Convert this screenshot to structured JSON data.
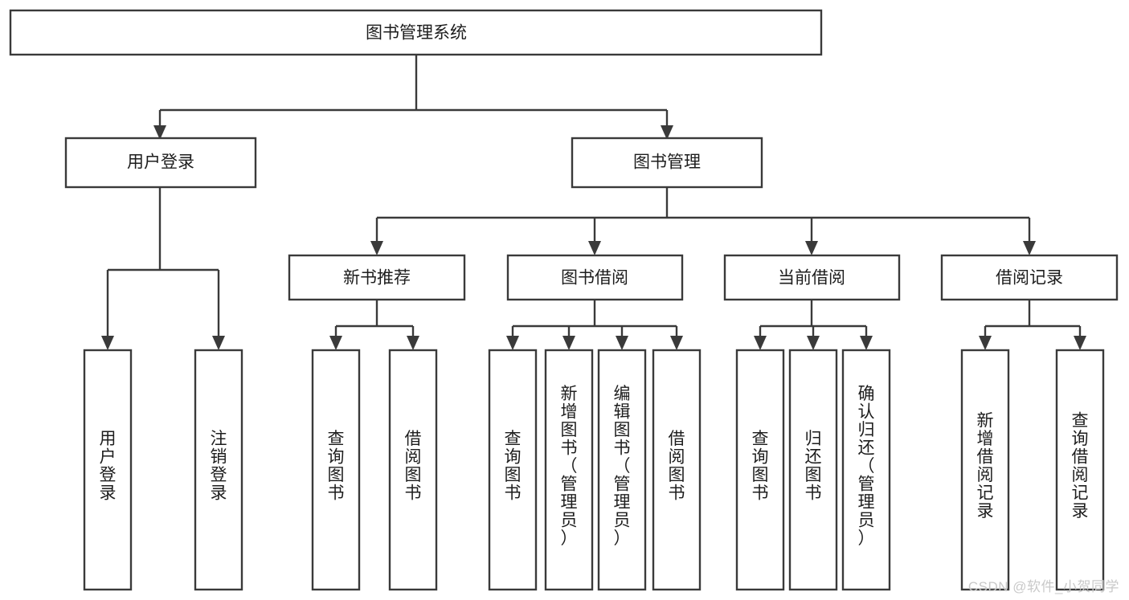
{
  "diagram": {
    "title": "图书管理系统",
    "type": "hierarchy-tree",
    "orientation": "top-down",
    "colors": {
      "stroke": "#3a3a3a",
      "box_fill": "#ffffff",
      "text": "#1d1d1d",
      "background": "#ffffff",
      "watermark": "#c9c9c9"
    },
    "nodes": {
      "root": {
        "label": "图书管理系统",
        "level": 0,
        "orientation": "horizontal"
      },
      "l1": [
        {
          "id": "user_login",
          "label": "用户登录",
          "level": 1,
          "orientation": "horizontal"
        },
        {
          "id": "book_manage",
          "label": "图书管理",
          "level": 1,
          "orientation": "horizontal"
        }
      ],
      "l2": [
        {
          "id": "new_book_rec",
          "label": "新书推荐",
          "level": 2,
          "orientation": "horizontal",
          "parent": "book_manage"
        },
        {
          "id": "book_borrow",
          "label": "图书借阅",
          "level": 2,
          "orientation": "horizontal",
          "parent": "book_manage"
        },
        {
          "id": "current_borrow",
          "label": "当前借阅",
          "level": 2,
          "orientation": "horizontal",
          "parent": "book_manage"
        },
        {
          "id": "borrow_record",
          "label": "借阅记录",
          "level": 2,
          "orientation": "horizontal",
          "parent": "book_manage"
        }
      ],
      "leaves": [
        {
          "id": "leaf_user_login",
          "label": "用户登录",
          "parent": "user_login",
          "orientation": "vertical"
        },
        {
          "id": "leaf_logout",
          "label": "注销登录",
          "parent": "user_login",
          "orientation": "vertical"
        },
        {
          "id": "leaf_query_book_1",
          "label": "查询图书",
          "parent": "new_book_rec",
          "orientation": "vertical"
        },
        {
          "id": "leaf_borrow_book_1",
          "label": "借阅图书",
          "parent": "new_book_rec",
          "orientation": "vertical"
        },
        {
          "id": "leaf_query_book_2",
          "label": "查询图书",
          "parent": "book_borrow",
          "orientation": "vertical"
        },
        {
          "id": "leaf_add_book",
          "label": "新增图书（管理员）",
          "parent": "book_borrow",
          "orientation": "vertical"
        },
        {
          "id": "leaf_edit_book",
          "label": "编辑图书（管理员）",
          "parent": "book_borrow",
          "orientation": "vertical"
        },
        {
          "id": "leaf_borrow_book_2",
          "label": "借阅图书",
          "parent": "book_borrow",
          "orientation": "vertical"
        },
        {
          "id": "leaf_query_book_3",
          "label": "查询图书",
          "parent": "current_borrow",
          "orientation": "vertical"
        },
        {
          "id": "leaf_return_book",
          "label": "归还图书",
          "parent": "current_borrow",
          "orientation": "vertical"
        },
        {
          "id": "leaf_confirm_return",
          "label": "确认归还（管理员）",
          "parent": "current_borrow",
          "orientation": "vertical"
        },
        {
          "id": "leaf_add_record",
          "label": "新增借阅记录",
          "parent": "borrow_record",
          "orientation": "vertical"
        },
        {
          "id": "leaf_query_record",
          "label": "查询借阅记录",
          "parent": "borrow_record",
          "orientation": "vertical"
        }
      ]
    },
    "edges": [
      {
        "from": "图书管理系统",
        "to": "用户登录"
      },
      {
        "from": "图书管理系统",
        "to": "图书管理"
      },
      {
        "from": "用户登录",
        "to": "用户登录"
      },
      {
        "from": "用户登录",
        "to": "注销登录"
      },
      {
        "from": "图书管理",
        "to": "新书推荐"
      },
      {
        "from": "图书管理",
        "to": "图书借阅"
      },
      {
        "from": "图书管理",
        "to": "当前借阅"
      },
      {
        "from": "图书管理",
        "to": "借阅记录"
      },
      {
        "from": "新书推荐",
        "to": "查询图书"
      },
      {
        "from": "新书推荐",
        "to": "借阅图书"
      },
      {
        "from": "图书借阅",
        "to": "查询图书"
      },
      {
        "from": "图书借阅",
        "to": "新增图书（管理员）"
      },
      {
        "from": "图书借阅",
        "to": "编辑图书（管理员）"
      },
      {
        "from": "图书借阅",
        "to": "借阅图书"
      },
      {
        "from": "当前借阅",
        "to": "查询图书"
      },
      {
        "from": "当前借阅",
        "to": "归还图书"
      },
      {
        "from": "当前借阅",
        "to": "确认归还（管理员）"
      },
      {
        "from": "借阅记录",
        "to": "新增借阅记录"
      },
      {
        "from": "借阅记录",
        "to": "查询借阅记录"
      }
    ]
  },
  "watermark": {
    "text": "CSDN @软件_小贺同学"
  }
}
